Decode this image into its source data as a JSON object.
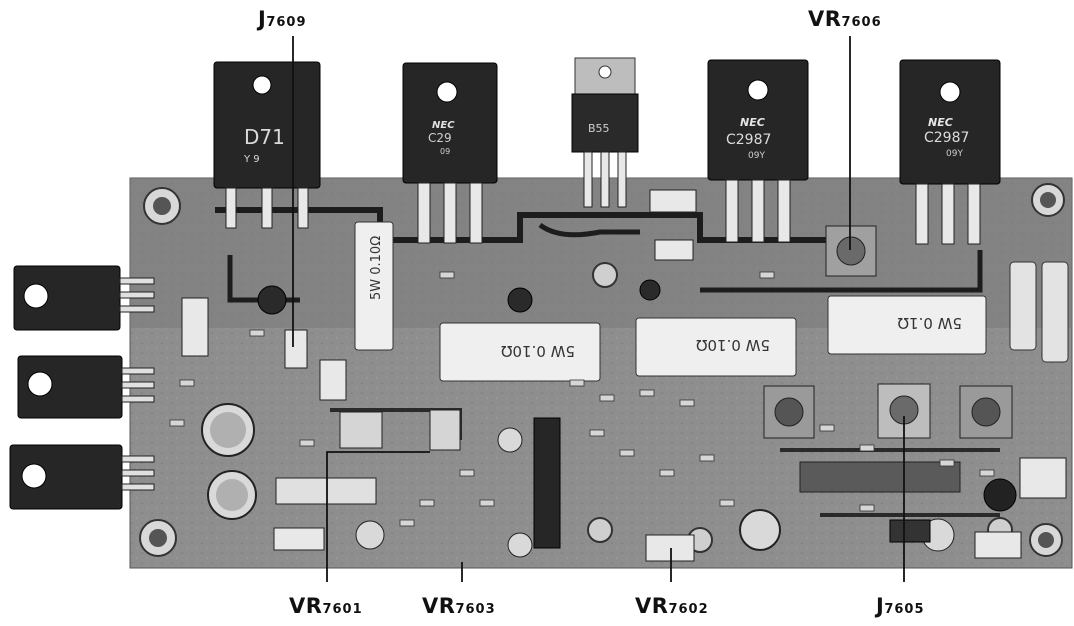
{
  "labels": {
    "j7609": {
      "main": "J",
      "sub": "7609"
    },
    "vr7606": {
      "main": "VR",
      "sub": "7606"
    },
    "vr7601": {
      "main": "VR",
      "sub": "7601"
    },
    "vr7603": {
      "main": "VR",
      "sub": "7603"
    },
    "vr7602": {
      "main": "VR",
      "sub": "7602"
    },
    "j7605": {
      "main": "J",
      "sub": "7605"
    }
  },
  "transistors": {
    "t1": {
      "brand": "",
      "line1": "D71",
      "line2": "Y  9"
    },
    "t2": {
      "brand": "NEC",
      "line1": "C29",
      "line2": "09"
    },
    "t3": {
      "brand": "",
      "line1": "B55",
      "line2": ""
    },
    "t4": {
      "brand": "NEC",
      "line1": "C2987",
      "line2": "09Y"
    },
    "t5": {
      "brand": "NEC",
      "line1": "C2987",
      "line2": "09Y"
    }
  },
  "resistors": {
    "r1": "5W 0.10Ω",
    "r2": "5W 0.10Ω",
    "r3": "5W 0.10Ω",
    "r4": "5W 0.1Ω"
  },
  "colors": {
    "board": "#8c8c8c",
    "ink": "#111111",
    "part_dark": "#262626",
    "part_light": "#efefef"
  }
}
